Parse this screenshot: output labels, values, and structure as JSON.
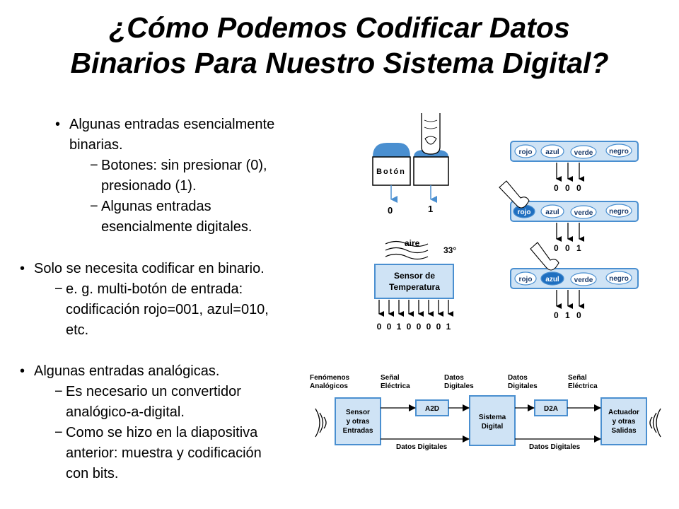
{
  "slide": {
    "title_line1": "¿Cómo Podemos Codificar Datos",
    "title_line2": "Binarios Para Nuestro Sistema Digital?"
  },
  "text": {
    "b1_l1": "Algunas entradas esencialmente",
    "b1_l2": "binarias.",
    "b1s1_l1": "Botones: sin presionar (0),",
    "b1s1_l2": "presionado (1).",
    "b1s2_l1": "Algunas entradas",
    "b1s2_l2": "esencialmente digitales.",
    "b2_l1": "Solo se necesita codificar en binario.",
    "b2s1_l1": "e. g. multi-botón de entrada:",
    "b2s1_l2": "codificación rojo=001, azul=010,",
    "b2s1_l3": "etc.",
    "b3_l1": "Algunas entradas analógicas.",
    "b3s1_l1": "Es necesario un convertidor",
    "b3s1_l2": "analógico-a-digital.",
    "b3s2_l1": "Como se hizo en la diapositiva",
    "b3s2_l2": "anterior: muestra y codificación",
    "b3s2_l3": "con bits."
  },
  "button_fig": {
    "label": "Botón",
    "out_unpressed": "0",
    "out_pressed": "1"
  },
  "multibutton_fig": {
    "buttons": [
      "rojo",
      "azul",
      "verde",
      "negro"
    ],
    "row1_bits": [
      "0",
      "0",
      "0"
    ],
    "row2_bits": [
      "0",
      "0",
      "1"
    ],
    "row3_bits": [
      "0",
      "1",
      "0"
    ]
  },
  "sensor_fig": {
    "air_label": "aire",
    "temp_label": "33°",
    "sensor_l1": "Sensor de",
    "sensor_l2": "Temperatura",
    "bits": [
      "0",
      "0",
      "1",
      "0",
      "0",
      "0",
      "0",
      "1"
    ]
  },
  "system_fig": {
    "h1_l1": "Fenómenos",
    "h1_l2": "Analógicos",
    "h2_l1": "Señal",
    "h2_l2": "Eléctrica",
    "h3_l1": "Datos",
    "h3_l2": "Digitales",
    "h4_l1": "Datos",
    "h4_l2": "Digitales",
    "h5_l1": "Señal",
    "h5_l2": "Eléctrica",
    "sensor_l1": "Sensor",
    "sensor_l2": "y otras",
    "sensor_l3": "Entradas",
    "a2d": "A2D",
    "sys_l1": "Sistema",
    "sys_l2": "Digital",
    "d2a": "D2A",
    "act_l1": "Actuador",
    "act_l2": "y otras",
    "act_l3": "Salidas",
    "bus_left": "Datos Digitales",
    "bus_right": "Datos Digitales"
  },
  "colors": {
    "blue_fill": "#4a8fd0",
    "light_blue": "#cfe3f5",
    "box_stroke": "#4a8fd0"
  }
}
